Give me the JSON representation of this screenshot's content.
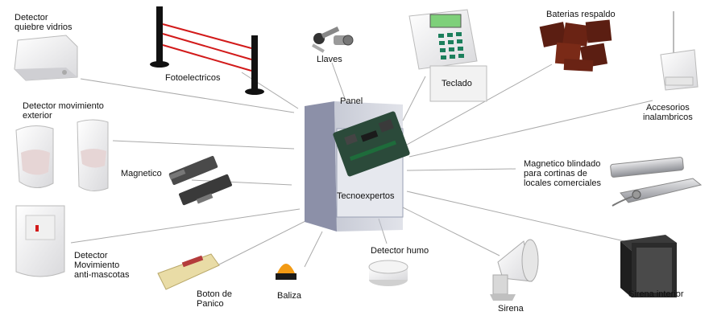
{
  "diagram": {
    "center_label": "Panel",
    "center_sublabel": "Tecnoexpertos",
    "components": [
      {
        "id": "glass",
        "label": "Detector\nquiebre vidrios",
        "icon": "glass-break-detector-icon"
      },
      {
        "id": "photo",
        "label": "Fotoelectricos",
        "icon": "photoelectric-beam-icon"
      },
      {
        "id": "keys",
        "label": "Llaves",
        "icon": "keys-icon"
      },
      {
        "id": "keypad",
        "label": "Teclado",
        "icon": "keypad-icon"
      },
      {
        "id": "batt",
        "label": "Baterias respaldo",
        "icon": "battery-icon"
      },
      {
        "id": "wireless",
        "label": "Accesorios\ninalambricos",
        "icon": "wireless-receiver-icon"
      },
      {
        "id": "motion_ext",
        "label": "Detector movimiento\nexterior",
        "icon": "outdoor-motion-detector-icon"
      },
      {
        "id": "magnetic",
        "label": "Magnetico",
        "icon": "magnetic-contact-icon"
      },
      {
        "id": "armored",
        "label": "Magnetico blindado\npara cortinas de\nlocales comerciales",
        "icon": "armored-magnetic-contact-icon"
      },
      {
        "id": "petmotion",
        "label": "Detector\nMovimiento\nanti-mascotas",
        "icon": "pet-immune-motion-detector-icon"
      },
      {
        "id": "panic",
        "label": "Boton de\nPanico",
        "icon": "panic-button-icon"
      },
      {
        "id": "beacon",
        "label": "Baliza",
        "icon": "beacon-light-icon"
      },
      {
        "id": "smoke",
        "label": "Detector humo",
        "icon": "smoke-detector-icon"
      },
      {
        "id": "siren",
        "label": "Sirena",
        "icon": "horn-siren-icon"
      },
      {
        "id": "indoor",
        "label": "Sirena interior",
        "icon": "indoor-siren-icon"
      }
    ]
  }
}
